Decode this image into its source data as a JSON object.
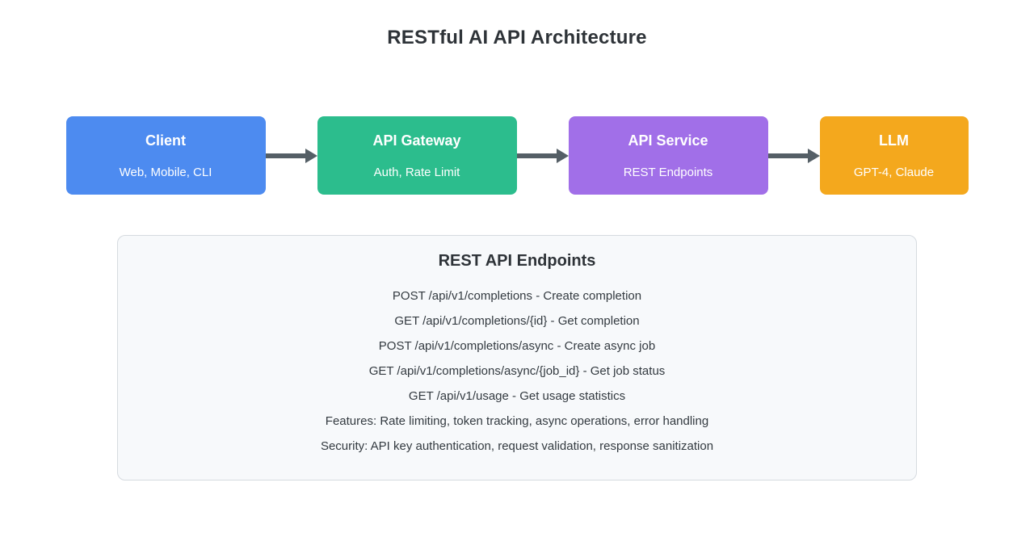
{
  "title": "RESTful AI API Architecture",
  "arrow_color": "#555f66",
  "nodes": [
    {
      "id": "client",
      "title": "Client",
      "subtitle": "Web, Mobile, CLI",
      "color": "#4d8bf0"
    },
    {
      "id": "api-gateway",
      "title": "API Gateway",
      "subtitle": "Auth, Rate Limit",
      "color": "#2cbd8d"
    },
    {
      "id": "api-service",
      "title": "API Service",
      "subtitle": "REST Endpoints",
      "color": "#a16fe8"
    },
    {
      "id": "llm",
      "title": "LLM",
      "subtitle": "GPT-4, Claude",
      "color": "#f4a81d"
    }
  ],
  "panel": {
    "title": "REST API Endpoints",
    "bg": "#f7f9fb",
    "border": "#d6dbe0",
    "lines": [
      "POST /api/v1/completions - Create completion",
      "GET /api/v1/completions/{id} - Get completion",
      "POST /api/v1/completions/async - Create async job",
      "GET /api/v1/completions/async/{job_id} - Get job status",
      "GET /api/v1/usage - Get usage statistics",
      "Features: Rate limiting, token tracking, async operations, error handling",
      "Security: API key authentication, request validation, response sanitization"
    ]
  }
}
